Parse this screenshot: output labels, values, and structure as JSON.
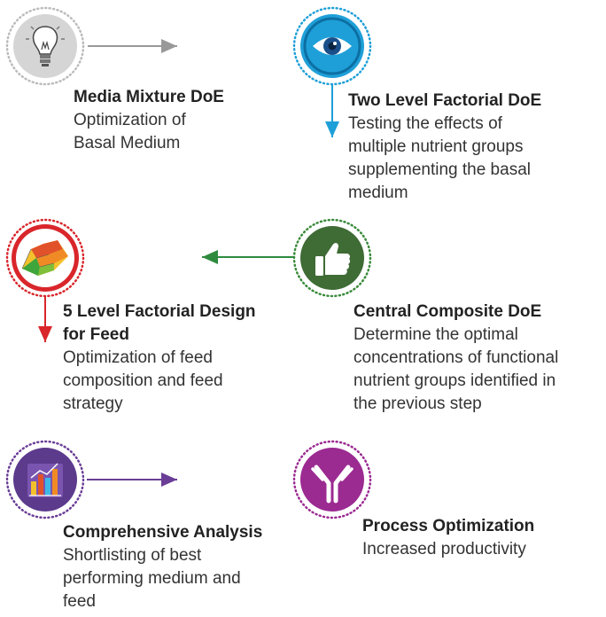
{
  "steps": [
    {
      "title": "Media Mixture DoE",
      "lines": [
        "Optimization of",
        "Basal Medium"
      ],
      "icon": "lightbulb-icon",
      "color": "#cccccc"
    },
    {
      "title": "Two Level Factorial DoE",
      "lines": [
        "Testing the effects of",
        "multiple nutrient groups",
        "supplementing the basal",
        "medium"
      ],
      "icon": "eye-icon",
      "color": "#1e9fd8"
    },
    {
      "title": "Central Composite DoE",
      "lines": [
        "Determine the optimal",
        "concentrations of functional",
        "nutrient groups identified in",
        "the previous step"
      ],
      "icon": "thumbs-up-icon",
      "color": "#3a7a3a"
    },
    {
      "title_lines": [
        "5 Level Factorial Design",
        "for Feed"
      ],
      "lines": [
        "Optimization of feed",
        "composition and feed",
        "strategy"
      ],
      "icon": "surface-plot-icon",
      "color": "#d9262b"
    },
    {
      "title": "Comprehensive Analysis",
      "lines": [
        "Shortlisting of best",
        "performing medium and",
        "feed"
      ],
      "icon": "bar-chart-icon",
      "color": "#6a3d96"
    },
    {
      "title": "Process Optimization",
      "lines": [
        "Increased productivity"
      ],
      "icon": "antibody-icon",
      "color": "#9b2a91"
    }
  ],
  "arrow_colors": {
    "gray": "#999999",
    "blue": "#1e9fd8",
    "green": "#2e8b3e",
    "red": "#d9262b",
    "purple": "#6a3d96"
  }
}
